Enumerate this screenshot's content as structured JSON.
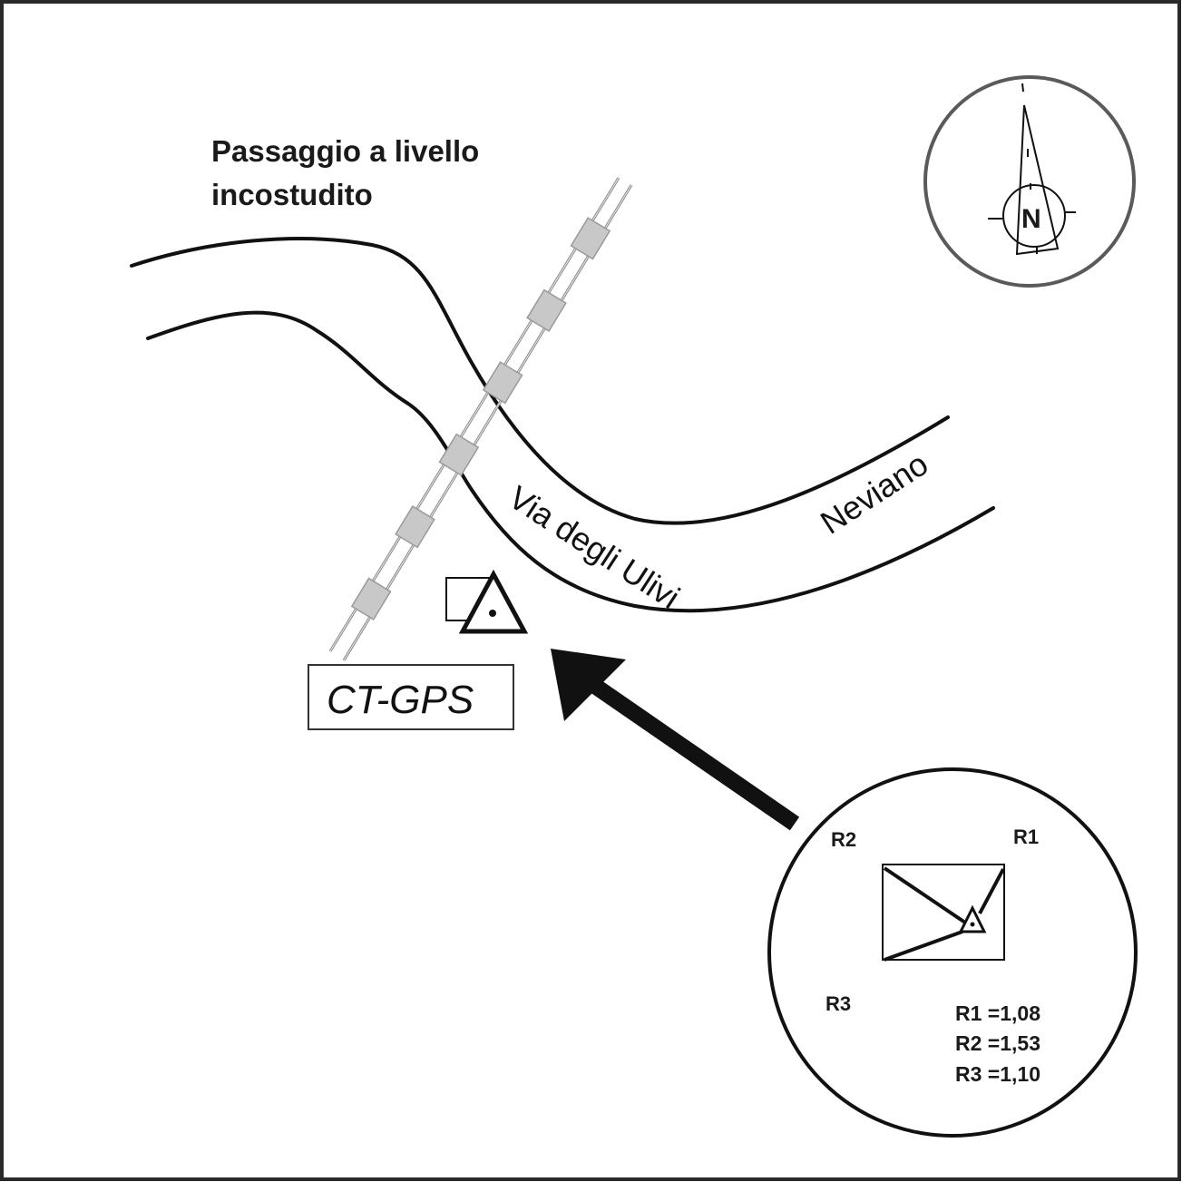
{
  "map": {
    "title_lines": [
      "Passaggio a livello",
      "incostudito"
    ],
    "roads": [
      {
        "name": "Via degli Ulivi"
      },
      {
        "name": "Neviano"
      }
    ],
    "station": {
      "label": "CT-GPS",
      "symbol": "triangle-with-dot-benchmark-icon"
    },
    "railway": {
      "type": "railway-track",
      "tie_count": 6
    },
    "north_arrow": {
      "letter": "N"
    },
    "inset": {
      "reference_labels": [
        "R1",
        "R2",
        "R3"
      ],
      "measurements": [
        {
          "ref": "R1",
          "text": "R1 =1,08",
          "value": "1,08"
        },
        {
          "ref": "R2",
          "text": "R2 =1,53",
          "value": "1,53"
        },
        {
          "ref": "R3",
          "text": "R3 =1,10",
          "value": "1,10"
        }
      ]
    },
    "colors": {
      "ink": "#111111",
      "rail": "#8c8c8c",
      "tie": "#c8c8c8",
      "compass_ring": "#5a5a5a",
      "frame": "#2a2a2a"
    }
  }
}
